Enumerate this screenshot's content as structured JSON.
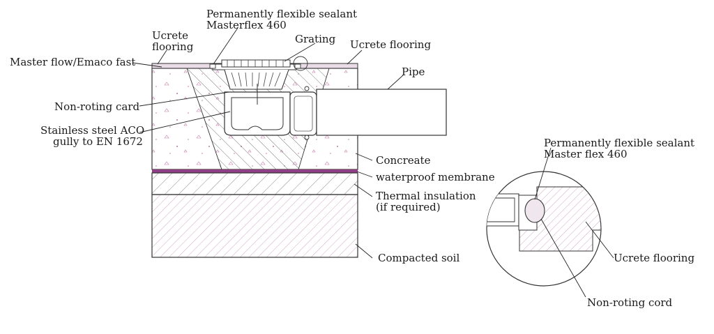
{
  "labels": {
    "sealant_line1": "Permanently flexible sealant",
    "sealant_line2": "Masterflex 460",
    "ucrete_left_line1": "Ucrete",
    "ucrete_left_line2": "flooring",
    "grating": "Grating",
    "ucrete_top_right": "Ucrete flooring",
    "master_flow": "Master flow/Emaco fast",
    "pipe": "Pipe",
    "non_roting_card": "Non-roting card",
    "gully_line1": "Stainless steel ACO",
    "gully_line2": "gully to EN 1672",
    "concreate": "Concreate",
    "membrane": "waterproof membrane",
    "insulation_line1": "Thermal insulation",
    "insulation_line2": "(if required)",
    "compacted_soil": "Compacted soil",
    "detail_sealant_line1": "Permanently flexible sealant",
    "detail_sealant_line2": "Master flex 460",
    "detail_ucrete": "Ucrete flooring",
    "detail_cord": "Non-roting cord"
  },
  "colors": {
    "membrane": "#8e3f86",
    "hatch_pink": "#c58fb5",
    "hatch_dark": "#6e6e6e",
    "concrete_speck": "#c07aa8",
    "ucrete_fill": "#e9dce6"
  }
}
